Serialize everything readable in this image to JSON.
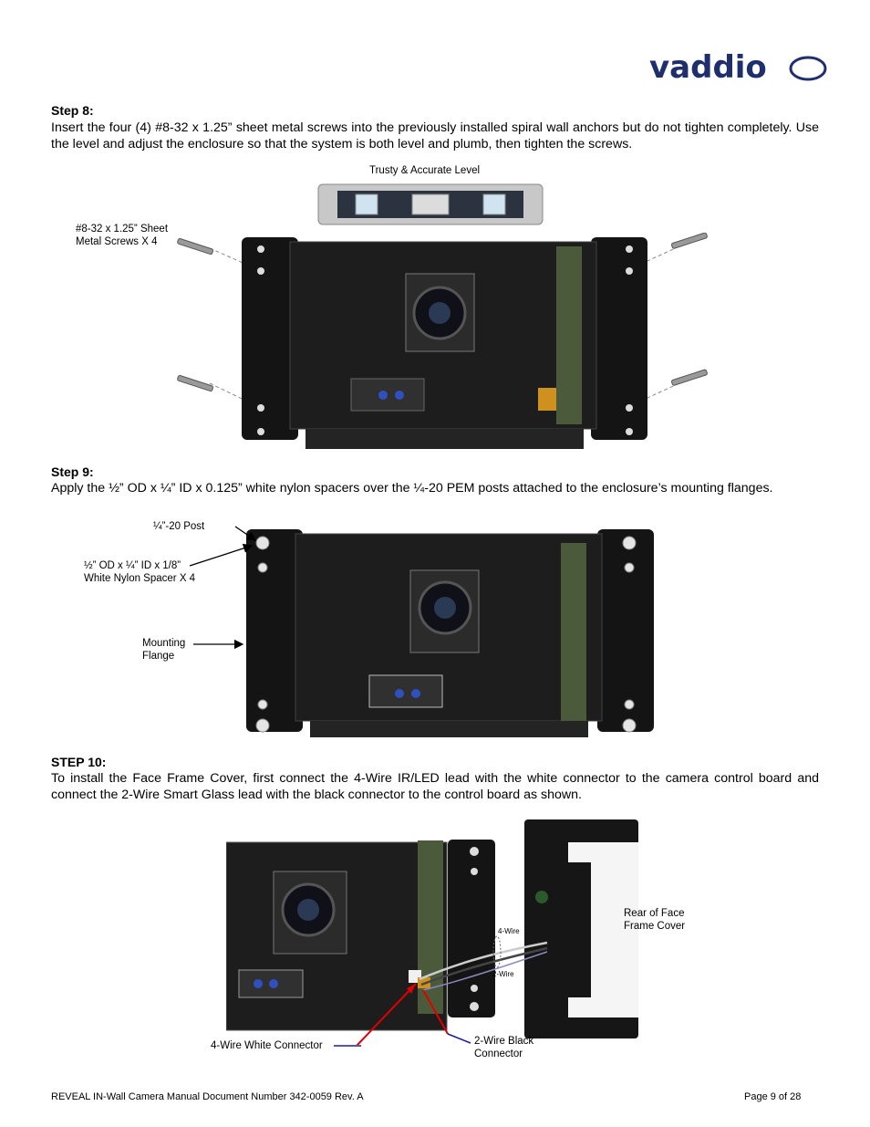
{
  "brand": {
    "logo_text": "vaddio"
  },
  "step8": {
    "title": "Step 8:",
    "body": "Insert the four (4) #8-32 x 1.25” sheet metal screws into the previously installed spiral wall anchors but do not tighten completely.  Use the level and adjust the enclosure so that the system is both level and plumb, then tighten the screws.",
    "label_level": "Trusty & Accurate Level",
    "label_screws_1": "#8-32 x 1.25” Sheet",
    "label_screws_2": "Metal Screws X 4"
  },
  "step9": {
    "title": "Step 9:",
    "body": "Apply the ½” OD x ¼” ID x 0.125” white nylon spacers over the ¼-20 PEM posts attached to the enclosure’s mounting flanges.",
    "label_post": "¼”-20 Post",
    "label_spacer_1": "½” OD x ¼” ID x 1/8”",
    "label_spacer_2": "White Nylon Spacer X 4",
    "label_flange_1": "Mounting",
    "label_flange_2": "Flange"
  },
  "step10": {
    "title": "STEP 10:",
    "body": "To install the Face Frame Cover, first connect the 4-Wire IR/LED lead with the white connector to the camera control board and connect the 2-Wire Smart Glass lead with the black connector to the control board as shown.",
    "label_rear_1": "Rear of Face",
    "label_rear_2": "Frame Cover",
    "label_4wire": "4-Wire",
    "label_2wire": "2-Wire",
    "label_white_conn": "4-Wire White Connector",
    "label_black_conn_1": "2-Wire Black",
    "label_black_conn_2": "Connector"
  },
  "footer": {
    "doc": "REVEAL IN-Wall Camera Manual Document Number 342-0059 Rev. A",
    "page": "Page 9 of 28"
  },
  "colors": {
    "logo": "#1f2f6e",
    "arrow_red": "#e00000",
    "arrow_blue": "#1a1aa0"
  }
}
